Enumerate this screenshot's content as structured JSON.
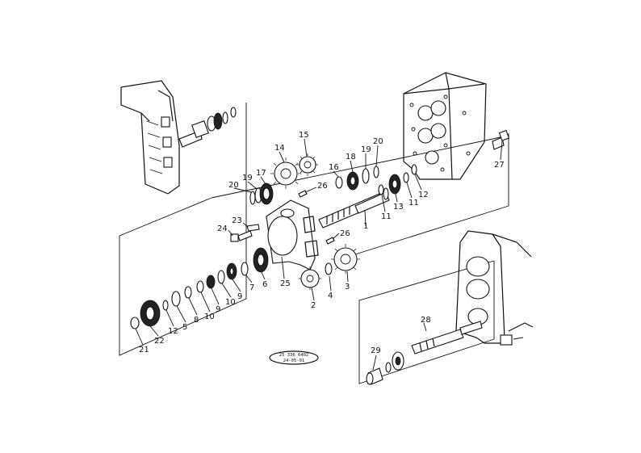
{
  "callouts": [
    {
      "id": "1",
      "text": "1"
    },
    {
      "id": "2",
      "text": "2"
    },
    {
      "id": "3",
      "text": "3"
    },
    {
      "id": "4",
      "text": "4"
    },
    {
      "id": "5",
      "text": "5"
    },
    {
      "id": "6",
      "text": "6"
    },
    {
      "id": "7",
      "text": "7"
    },
    {
      "id": "8",
      "text": "8"
    },
    {
      "id": "9a",
      "text": "9"
    },
    {
      "id": "9b",
      "text": "9"
    },
    {
      "id": "10a",
      "text": "10"
    },
    {
      "id": "10b",
      "text": "10"
    },
    {
      "id": "11a",
      "text": "11"
    },
    {
      "id": "11b",
      "text": "11"
    },
    {
      "id": "12a",
      "text": "12"
    },
    {
      "id": "12b",
      "text": "12"
    },
    {
      "id": "13",
      "text": "13"
    },
    {
      "id": "14",
      "text": "14"
    },
    {
      "id": "15",
      "text": "15"
    },
    {
      "id": "16",
      "text": "16"
    },
    {
      "id": "17",
      "text": "17"
    },
    {
      "id": "18",
      "text": "18"
    },
    {
      "id": "19a",
      "text": "19"
    },
    {
      "id": "19b",
      "text": "19"
    },
    {
      "id": "20a",
      "text": "20"
    },
    {
      "id": "20b",
      "text": "20"
    },
    {
      "id": "21",
      "text": "21"
    },
    {
      "id": "22",
      "text": "22"
    },
    {
      "id": "23",
      "text": "23"
    },
    {
      "id": "24",
      "text": "24"
    },
    {
      "id": "25",
      "text": "25"
    },
    {
      "id": "26a",
      "text": "26"
    },
    {
      "id": "26b",
      "text": "26"
    },
    {
      "id": "27",
      "text": "27"
    },
    {
      "id": "28",
      "text": "28"
    },
    {
      "id": "29",
      "text": "29"
    }
  ],
  "stamp": {
    "line1": "25 336 6402",
    "line2": "24-05-91"
  }
}
